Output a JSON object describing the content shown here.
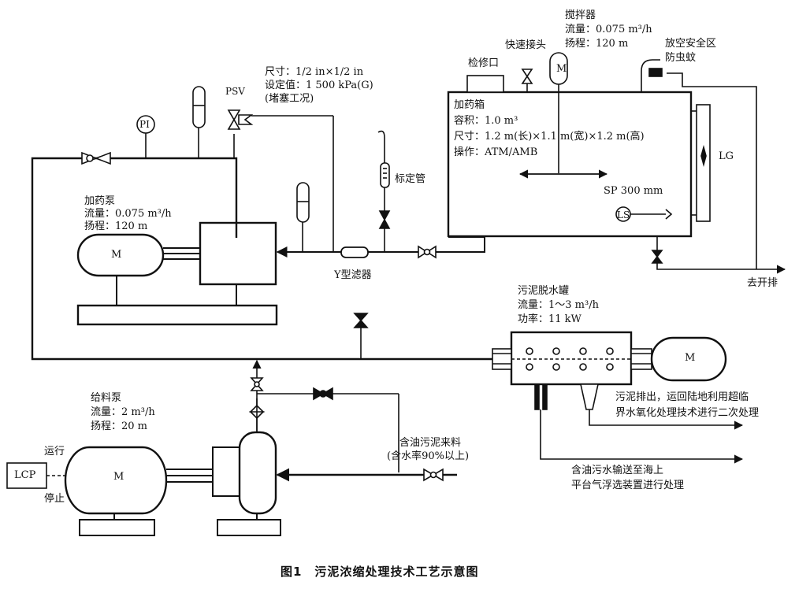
{
  "caption": "图1　污泥浓缩处理技术工艺示意图",
  "dosing_pump": {
    "name": "加药泵",
    "flow": "流量：0.075 m³/h",
    "head": "扬程：120 m"
  },
  "feed_pump": {
    "name": "给料泵",
    "flow": "流量：2 m³/h",
    "head": "扬程：20 m"
  },
  "mixer": {
    "name": "搅拌器",
    "flow": "流量：0.075 m³/h",
    "head": "扬程：120 m"
  },
  "dosing_tank": {
    "name": "加药箱",
    "volume": "容积：1.0 m³",
    "size": "尺寸：1.2 m(长)×1.1 m(宽)×1.2 m(高)",
    "operation": "操作：ATM/AMB",
    "sp": "SP 300 mm",
    "ls": "LS",
    "lg": "LG"
  },
  "psv": {
    "tag": "PSV",
    "size": "尺寸：1/2 in×1/2 in",
    "setpoint": "设定值：1 500 kPa(G)",
    "note": "(堵塞工况)"
  },
  "pi": "PI",
  "inspection_port": "检修口",
  "quick_connector": "快速接头",
  "vent": {
    "line1": "放空安全区",
    "line2": "防虫蚊"
  },
  "calibration_tube": "标定管",
  "y_strainer": "Y型滤器",
  "drain": "去开排",
  "dewatering_drum": {
    "name": "污泥脱水罐",
    "flow": "流量：1～3 m³/h",
    "power": "功率：11 kW"
  },
  "sludge_out": {
    "line1": "污泥排出，运回陆地利用超临",
    "line2": "界水氧化处理技术进行二次处理"
  },
  "oily_water": {
    "line1": "含油污水输送至海上",
    "line2": "平台气浮选装置进行处理"
  },
  "oily_sludge_in": {
    "line1": "含油污泥来料",
    "line2": "(含水率90%以上)"
  },
  "lcp": {
    "label": "LCP",
    "run": "运行",
    "stop": "停止"
  },
  "motor": "M"
}
